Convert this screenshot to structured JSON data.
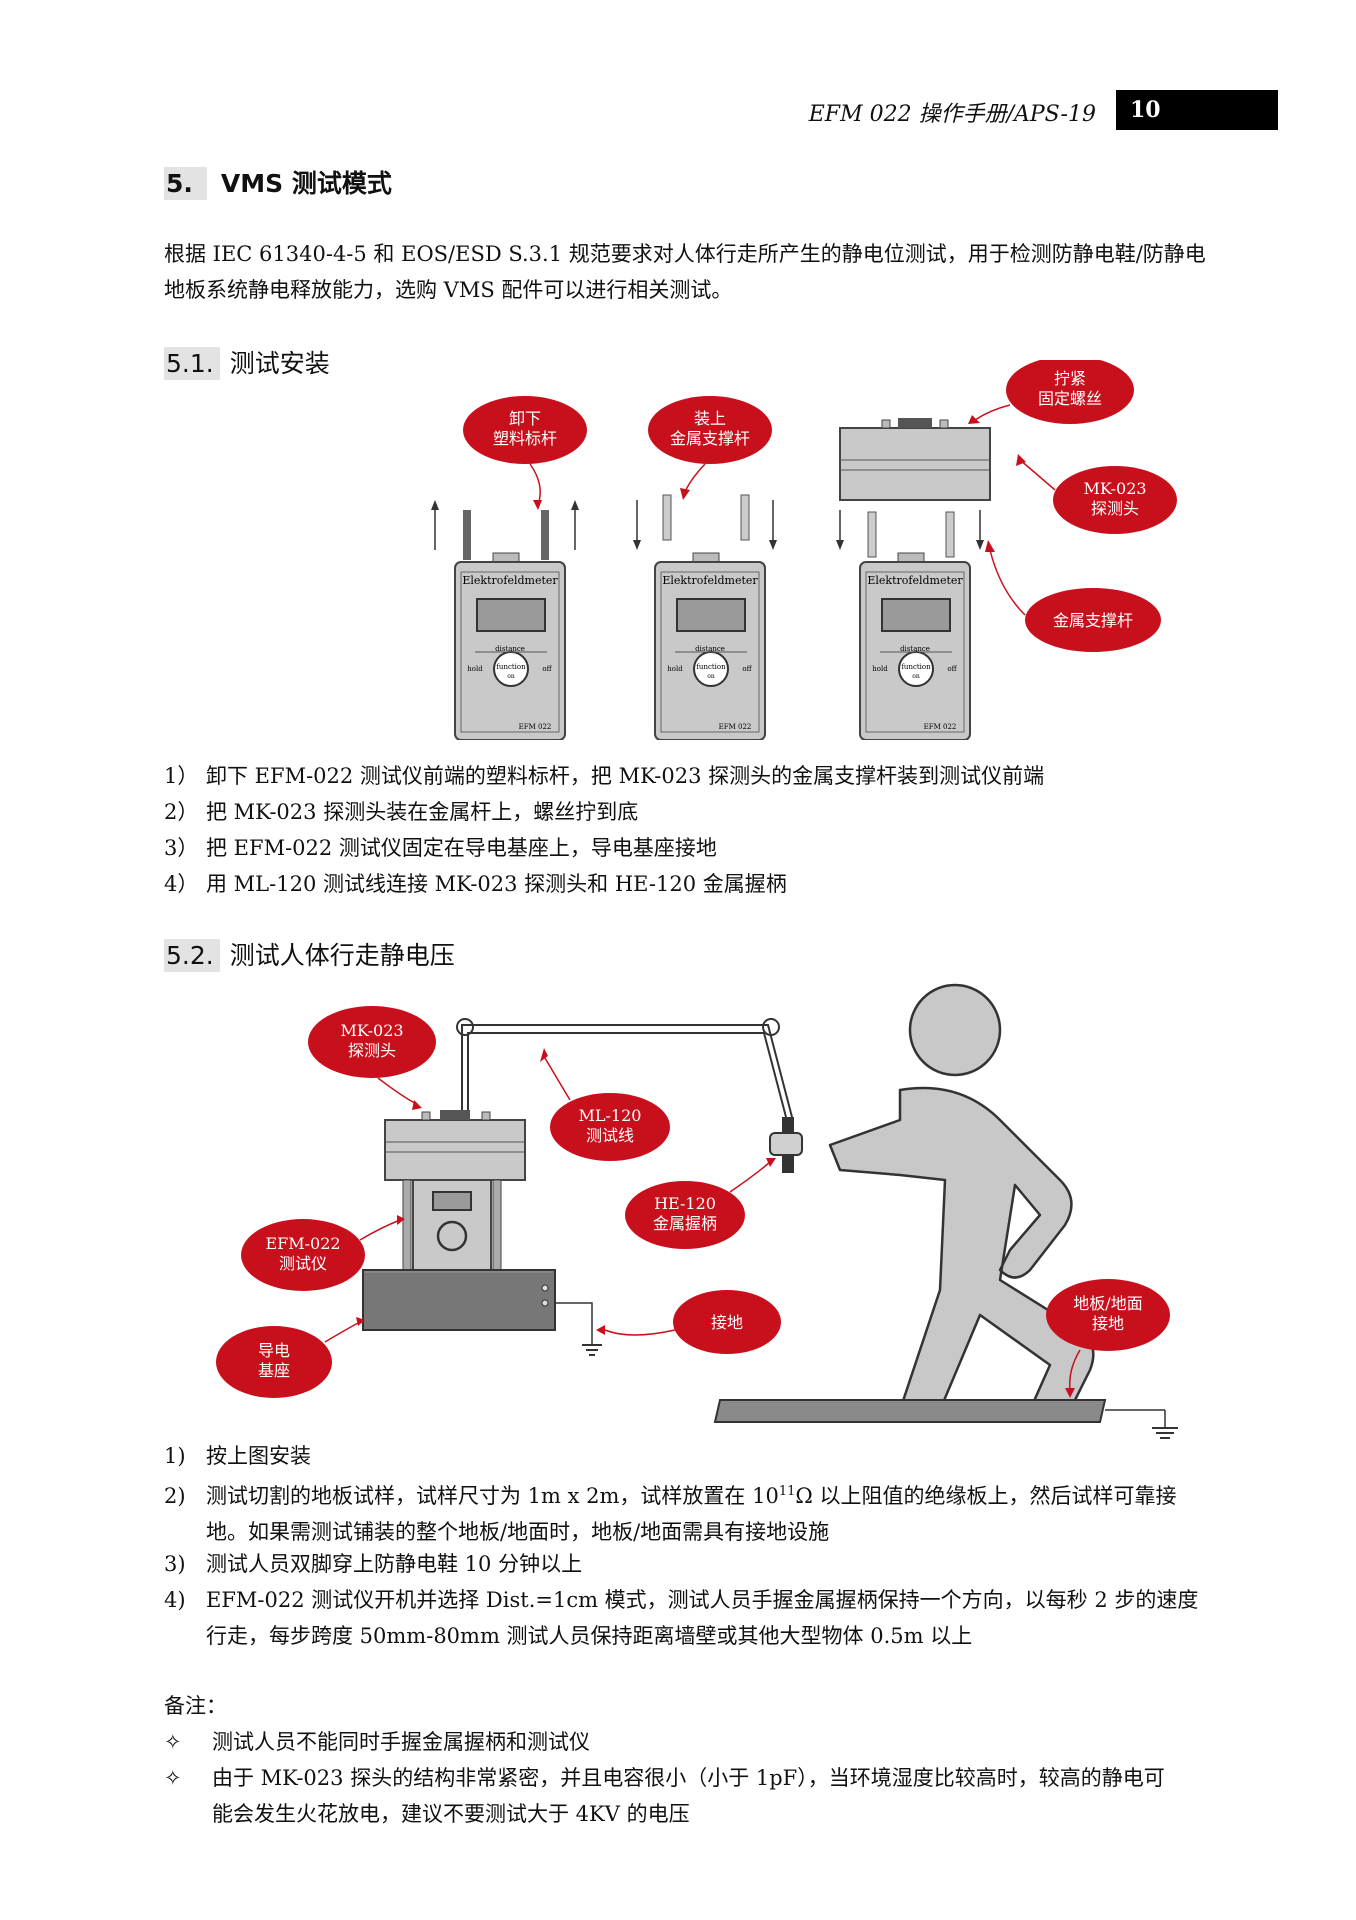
{
  "header": {
    "title": "EFM 022 操作手册/APS-19",
    "page": "10"
  },
  "section5": {
    "number": "5.",
    "title": "VMS 测试模式",
    "intro_line1": "根据 IEC 61340-4-5 和 EOS/ESD S.3.1 规范要求对人体行走所产生的静电位测试，用于检测防静电鞋/防静电",
    "intro_line2": "地板系统静电释放能力，选购 VMS 配件可以进行相关测试。"
  },
  "sub51": {
    "number": "5.1.",
    "title": "测试安装",
    "callouts": {
      "c1a": "卸下",
      "c1b": "塑料标杆",
      "c2a": "装上",
      "c2b": "金属支撑杆",
      "c3a": "拧紧",
      "c3b": "固定螺丝",
      "c4a": "MK-023",
      "c4b": "探测头",
      "c5": "金属支撑杆"
    },
    "device": {
      "brand": "Elektrofeldmeter",
      "model": "EFM 022",
      "distance": "distance",
      "hold": "hold",
      "function": "function",
      "on": "on",
      "off": "off"
    },
    "steps": [
      {
        "n": "1）",
        "text": "卸下 EFM-022 测试仪前端的塑料标杆，把 MK-023 探测头的金属支撑杆装到测试仪前端"
      },
      {
        "n": "2）",
        "text": "把 MK-023 探测头装在金属杆上，螺丝拧到底"
      },
      {
        "n": "3）",
        "text": "把 EFM-022 测试仪固定在导电基座上，导电基座接地"
      },
      {
        "n": "4）",
        "text": "用 ML-120 测试线连接 MK-023 探测头和 HE-120 金属握柄"
      }
    ]
  },
  "sub52": {
    "number": "5.2.",
    "title": "测试人体行走静电压",
    "callouts": {
      "mk_a": "MK-023",
      "mk_b": "探测头",
      "ml_a": "ML-120",
      "ml_b": "测试线",
      "he_a": "HE-120",
      "he_b": "金属握柄",
      "efm_a": "EFM-022",
      "efm_b": "测试仪",
      "base_a": "导电",
      "base_b": "基座",
      "ground": "接地",
      "floor_a": "地板/地面",
      "floor_b": "接地"
    },
    "steps": [
      {
        "n": "1)",
        "text": "按上图安装"
      },
      {
        "n": "2)",
        "text_a": "测试切割的地板试样，试样尺寸为 1m x 2m，试样放置在 10",
        "sup": "11",
        "text_b": "Ω 以上阻值的绝缘板上，然后试样可靠接",
        "cont": "地。如果需测试铺装的整个地板/地面时，地板/地面需具有接地设施"
      },
      {
        "n": "3)",
        "text": "测试人员双脚穿上防静电鞋 10 分钟以上"
      },
      {
        "n": "4)",
        "text": "EFM-022 测试仪开机并选择 Dist.=1cm 模式，测试人员手握金属握柄保持一个方向，以每秒 2 步的速度",
        "cont": "行走，每步跨度 50mm-80mm 测试人员保持距离墙壁或其他大型物体 0.5m 以上"
      }
    ]
  },
  "notes": {
    "title": "备注：",
    "bullet": "✧",
    "items": [
      {
        "text": "测试人员不能同时手握金属握柄和测试仪"
      },
      {
        "text": "由于 MK-023 探头的结构非常紧密，并且电容很小（小于 1pF），当环境湿度比较高时，较高的静电可",
        "cont": "能会发生火花放电，建议不要测试大于 4KV 的电压"
      }
    ]
  },
  "colors": {
    "callout": "#c8101c",
    "device": "#c9c9c9",
    "person": "#c8c8c8",
    "floor": "#8a8a8a"
  }
}
